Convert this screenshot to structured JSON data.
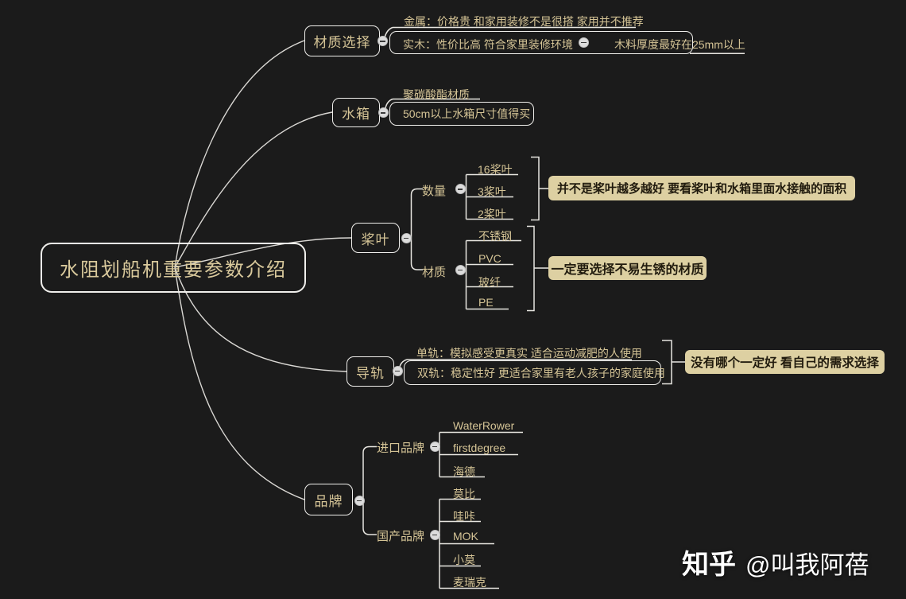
{
  "root": {
    "label": "水阻划船机重要参数介绍"
  },
  "branches": {
    "material_choice": {
      "label": "材质选择",
      "metal": "金属：价格贵 和家用装修不是很搭 家用并不推荐",
      "wood": "实木：性价比高 符合家里装修环境",
      "wood_note": "木料厚度最好在25mm以上"
    },
    "water_tank": {
      "label": "水箱",
      "material": "聚碳酸酯材质",
      "size": "50cm以上水箱尺寸值得买"
    },
    "paddle": {
      "label": "桨叶",
      "quantity": {
        "label": "数量",
        "items": [
          "16桨叶",
          "3桨叶",
          "2桨叶"
        ],
        "summary": "并不是桨叶越多越好 要看桨叶和水箱里面水接触的面积"
      },
      "material": {
        "label": "材质",
        "items": [
          "不锈钢",
          "PVC",
          "玻纤",
          "PE"
        ],
        "summary": "一定要选择不易生锈的材质"
      }
    },
    "rail": {
      "label": "导轨",
      "single": "单轨：模拟感受更真实 适合运动减肥的人使用",
      "double": "双轨：稳定性好 更适合家里有老人孩子的家庭使用",
      "summary": "没有哪个一定好 看自己的需求选择"
    },
    "brand": {
      "label": "品牌",
      "imported": {
        "label": "进口品牌",
        "items": [
          "WaterRower",
          "firstdegree",
          "海德"
        ]
      },
      "domestic": {
        "label": "国产品牌",
        "items": [
          "莫比",
          "哇咔",
          "MOK",
          "小莫",
          "麦瑞克"
        ]
      }
    }
  },
  "watermark": {
    "brand": "知乎",
    "author": "@叫我阿蓓"
  },
  "colors": {
    "background": "#1b1b1b",
    "topic_text": "#d5c496",
    "line": "#e8e6e1",
    "summary_bg": "#ddd0a2",
    "summary_text": "#211b0e"
  }
}
